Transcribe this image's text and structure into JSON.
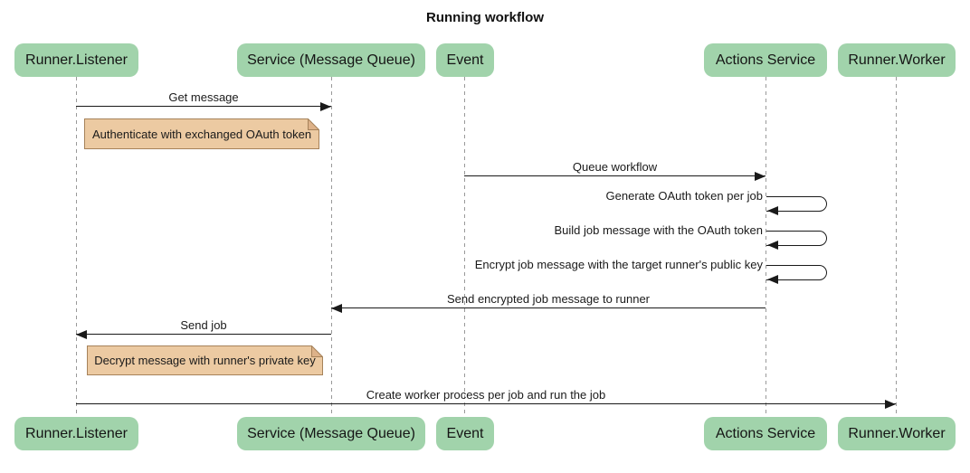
{
  "title": "Running workflow",
  "colors": {
    "actor_fill": "#a1d3ab",
    "note_fill": "#eccaa2",
    "note_border": "#a6825a",
    "note_fold": "#ddb289",
    "message_line": "#1a1a1a",
    "lifeline": "#999999",
    "background": "#ffffff"
  },
  "participants": [
    {
      "label": "Runner.Listener"
    },
    {
      "label": "Service (Message Queue)"
    },
    {
      "label": "Event"
    },
    {
      "label": "Actions Service"
    },
    {
      "label": "Runner.Worker"
    }
  ],
  "messages": [
    {
      "label": "Get message",
      "from": "Runner.Listener",
      "to": "Service (Message Queue)",
      "type": "solid-arrow"
    },
    {
      "label": "Queue workflow",
      "from": "Event",
      "to": "Actions Service",
      "type": "solid-arrow"
    },
    {
      "label": "Generate OAuth token per job",
      "from": "Actions Service",
      "to": "Actions Service",
      "type": "self-loop"
    },
    {
      "label": "Build job message with the OAuth token",
      "from": "Actions Service",
      "to": "Actions Service",
      "type": "self-loop"
    },
    {
      "label": "Encrypt job message with the target runner's public key",
      "from": "Actions Service",
      "to": "Actions Service",
      "type": "self-loop"
    },
    {
      "label": "Send encrypted job message to runner",
      "from": "Actions Service",
      "to": "Service (Message Queue)",
      "type": "solid-arrow"
    },
    {
      "label": "Send job",
      "from": "Service (Message Queue)",
      "to": "Runner.Listener",
      "type": "solid-arrow"
    },
    {
      "label": "Create worker process per job and run the job",
      "from": "Runner.Listener",
      "to": "Runner.Worker",
      "type": "solid-arrow"
    }
  ],
  "notes": [
    {
      "label": "Authenticate with exchanged OAuth token",
      "over": "Runner.Listener"
    },
    {
      "label": "Decrypt message with runner's private key",
      "over": "Runner.Listener"
    }
  ]
}
